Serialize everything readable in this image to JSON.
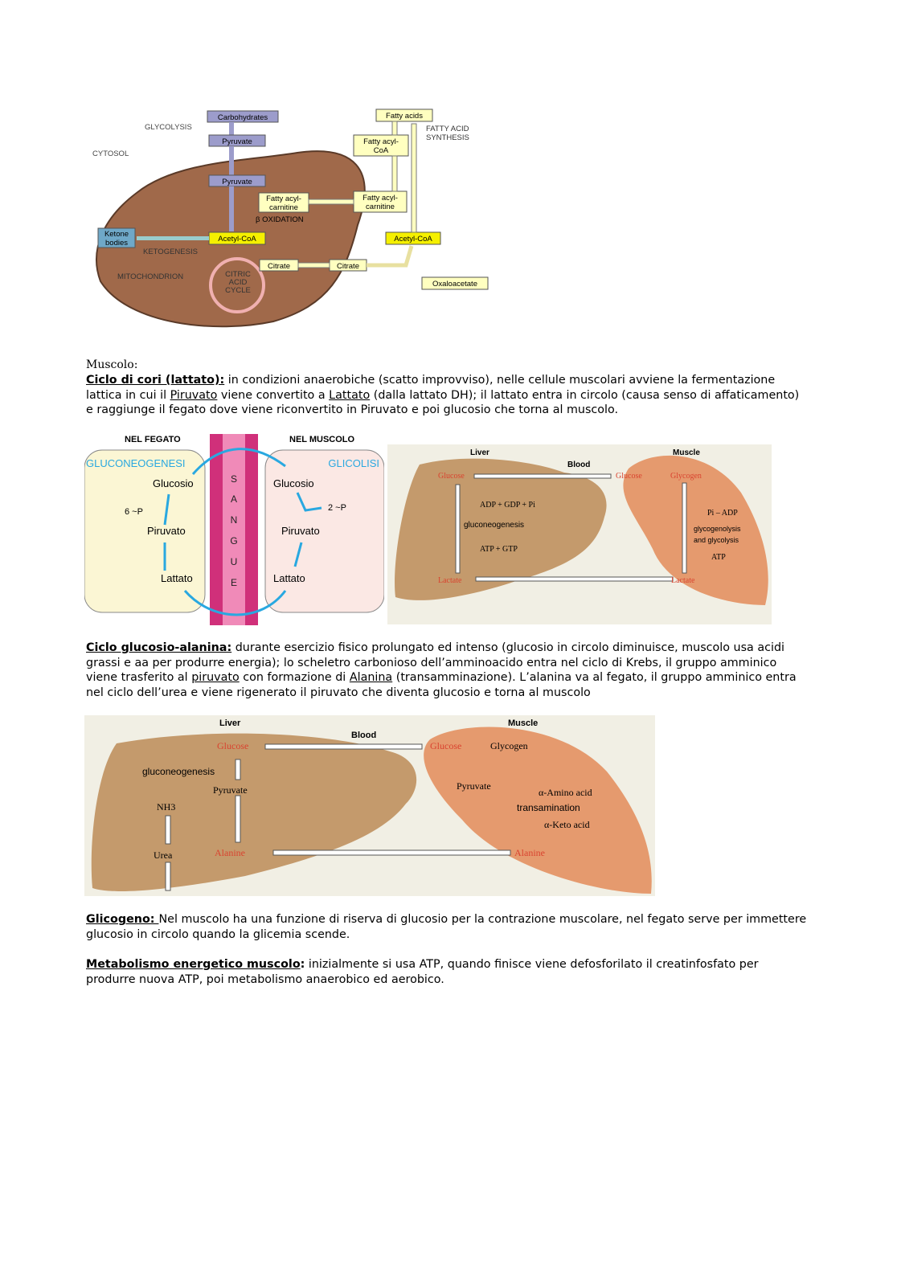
{
  "fig1": {
    "glycolysis": "GLYCOLYSIS",
    "cytosol": "CYTOSOL",
    "carbohydrates": "Carbohydrates",
    "pyruvate1": "Pyruvate",
    "pyruvate2": "Pyruvate",
    "fatty_acyl_carnitine_in": [
      "Fatty acyl-",
      "carnitine"
    ],
    "beta_oxidation": "β OXIDATION",
    "ketone_bodies": [
      "Ketone",
      "bodies"
    ],
    "acetyl_coa_in": "Acetyl-CoA",
    "ketogenesis": "KETOGENESIS",
    "mitochondrion": "MITOCHONDRION",
    "citric_acid_cycle": [
      "CITRIC",
      "ACID",
      "CYCLE"
    ],
    "citrate_in": "Citrate",
    "citrate_out": "Citrate",
    "oxaloacetate": "Oxaloacetate",
    "acetyl_coa_out": "Acetyl-CoA",
    "fatty_acyl_carnitine_out": [
      "Fatty acyl-",
      "carnitine"
    ],
    "fatty_acyl_coa": [
      "Fatty acyl-",
      "CoA"
    ],
    "fatty_acids": "Fatty acids",
    "fatty_acid_synthesis": [
      "FATTY ACID",
      "SYNTHESIS"
    ]
  },
  "muscolo_label": "Muscolo:",
  "cori": {
    "heading": "Ciclo di cori (lattato):",
    "t1": " in condizioni anaerobiche (scatto improvviso), nelle cellule muscolari avviene la fermentazione lattica in cui il ",
    "piruvato": "Piruvato",
    "t2": " viene convertito a ",
    "lattato": "Lattato",
    "t3": " (dalla lattato DH); il lattato entra in circolo (causa senso di affaticamento) e raggiunge il fegato dove viene riconvertito in Piruvato e poi glucosio che torna al muscolo."
  },
  "fig2": {
    "nel_fegato": "NEL FEGATO",
    "nel_muscolo": "NEL MUSCOLO",
    "gluconeogenesi": "GLUCONEOGENESI",
    "glicolisi": "GLICOLISI",
    "glucosio_l": "Glucosio",
    "piruvato_l": "Piruvato",
    "lattato_l": "Lattato",
    "six_p": "6 ~P",
    "glucosio_r": "Glucosio",
    "piruvato_r": "Piruvato",
    "lattato_r": "Lattato",
    "two_p": "2 ~P",
    "sangue": [
      "S",
      "A",
      "N",
      "G",
      "U",
      "E"
    ]
  },
  "fig3": {
    "liver": "Liver",
    "blood": "Blood",
    "muscle": "Muscle",
    "glucose_l": "Glucose",
    "lactate_l": "Lactate",
    "adp_gdp": "ADP + GDP + Pi",
    "gluconeogenesis": "gluconeogenesis",
    "atp_gtp": "ATP + GTP",
    "glucose_m": "Glucose",
    "glycogen": "Glycogen",
    "pi_adp": "Pi – ADP",
    "glycogenolysis": [
      "glycogenolysis",
      "and glycolysis"
    ],
    "atp": "ATP",
    "lactate_m": "Lactate"
  },
  "alanina": {
    "heading": "Ciclo glucosio-alanina:",
    "t1": " durante esercizio fisico prolungato ed intenso (glucosio in circolo diminuisce, muscolo usa acidi grassi e aa per produrre energia); lo scheletro carbonioso dell’amminoacido entra nel ciclo di Krebs, il gruppo amminico viene trasferito al ",
    "piruvato": "piruvato",
    "t2": " con formazione di ",
    "alanina": "Alanina",
    "t3": " (transamminazione).  L’alanina va al fegato, il gruppo amminico entra nel ciclo dell’urea e viene rigenerato il piruvato che diventa glucosio e torna al muscolo"
  },
  "fig4": {
    "liver": "Liver",
    "blood": "Blood",
    "muscle": "Muscle",
    "glucose_l": "Glucose",
    "gluconeogenesis": "gluconeogenesis",
    "pyruvate_l": "Pyruvate",
    "nh3": "NH3",
    "urea": "Urea",
    "alanine_l": "Alanine",
    "glucose_m": "Glucose",
    "glycogen": "Glycogen",
    "pyruvate_m": "Pyruvate",
    "amino_acid": "α-Amino acid",
    "transamination": "transamination",
    "keto_acid": "α-Keto acid",
    "alanine_m": "Alanine"
  },
  "glicogeno": {
    "heading": "Glicogeno: ",
    "text": "Nel muscolo ha una funzione di riserva di glucosio per la contrazione muscolare, nel fegato serve per immettere glucosio in circolo quando la glicemia scende."
  },
  "metabolismo": {
    "heading": "Metabolismo energetico muscolo",
    "colon": ":",
    "text": " inizialmente si usa ATP, quando finisce viene defosforilato il creatinfosfato per produrre nuova ATP, poi metabolismo anaerobico ed aerobico."
  },
  "colors": {
    "red_label": "#d9432f",
    "blue_arrow": "#29a8e0",
    "magenta": "#d0307a"
  }
}
